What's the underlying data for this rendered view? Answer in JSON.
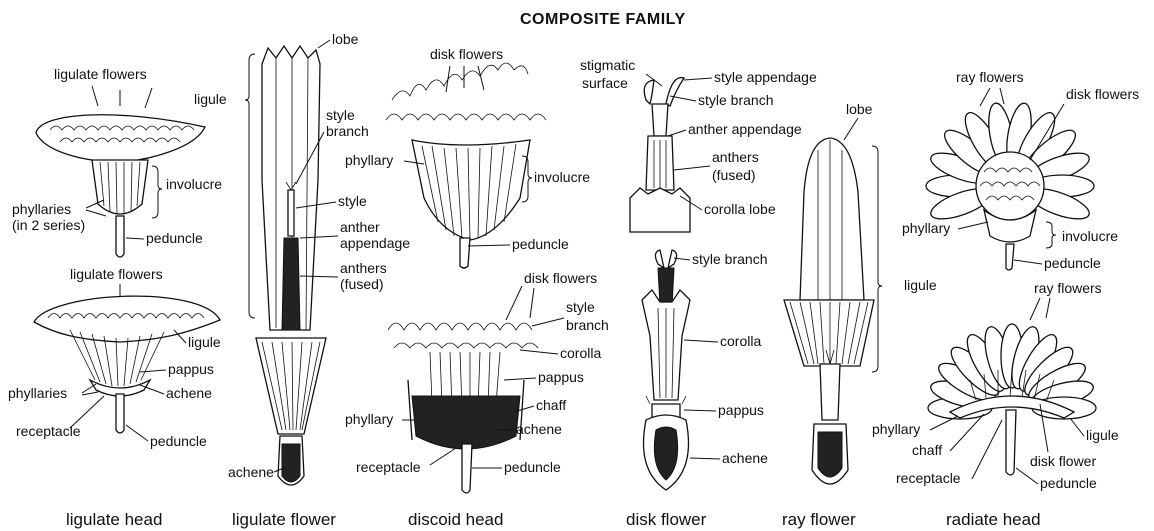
{
  "title": "COMPOSITE FAMILY",
  "captions": {
    "ligulate_head": "ligulate head",
    "ligulate_flower": "ligulate flower",
    "discoid_head": "discoid head",
    "disk_flower": "disk flower",
    "ray_flower": "ray flower",
    "radiate_head": "radiate head"
  },
  "labels": {
    "lh_top_ligulate_flowers": "ligulate flowers",
    "lh_top_involucre": "involucre",
    "lh_top_phyllaries_1": "phyllaries",
    "lh_top_phyllaries_2": "(in 2 series)",
    "lh_top_peduncle": "peduncle",
    "lh_bot_ligulate_flowers": "ligulate flowers",
    "lh_bot_ligule": "ligule",
    "lh_bot_pappus": "pappus",
    "lh_bot_phyllaries": "phyllaries",
    "lh_bot_achene": "achene",
    "lh_bot_receptacle": "receptacle",
    "lh_bot_peduncle": "peduncle",
    "lf_lobe": "lobe",
    "lf_ligule": "ligule",
    "lf_style_branch_1": "style",
    "lf_style_branch_2": "branch",
    "lf_style": "style",
    "lf_anther_appendage_1": "anther",
    "lf_anther_appendage_2": "appendage",
    "lf_anthers_1": "anthers",
    "lf_anthers_2": "(fused)",
    "lf_achene": "achene",
    "dh_top_disk_flowers": "disk flowers",
    "dh_top_phyllary": "phyllary",
    "dh_top_involucre": "involucre",
    "dh_top_peduncle": "peduncle",
    "dh_bot_disk_flowers": "disk flowers",
    "dh_bot_style_branch_1": "style",
    "dh_bot_style_branch_2": "branch",
    "dh_bot_corolla": "corolla",
    "dh_bot_pappus": "pappus",
    "dh_bot_chaff": "chaff",
    "dh_bot_phyllary": "phyllary",
    "dh_bot_achene": "achene",
    "dh_bot_receptacle": "receptacle",
    "dh_bot_peduncle": "peduncle",
    "df_top_stigmatic_1": "stigmatic",
    "df_top_stigmatic_2": "surface",
    "df_top_style_appendage": "style appendage",
    "df_top_style_branch": "style branch",
    "df_top_anther_appendage": "anther appendage",
    "df_top_anthers_1": "anthers",
    "df_top_anthers_2": "(fused)",
    "df_top_corolla_lobe": "corolla lobe",
    "df_bot_style_branch": "style branch",
    "df_bot_corolla": "corolla",
    "df_bot_pappus": "pappus",
    "df_bot_achene": "achene",
    "rf_lobe": "lobe",
    "rf_ligule": "ligule",
    "rh_top_ray_flowers": "ray flowers",
    "rh_top_disk_flowers": "disk flowers",
    "rh_top_phyllary": "phyllary",
    "rh_top_involucre": "involucre",
    "rh_top_peduncle": "peduncle",
    "rh_bot_ray_flowers": "ray flowers",
    "rh_bot_phyllary": "phyllary",
    "rh_bot_chaff": "chaff",
    "rh_bot_receptacle": "receptacle",
    "rh_bot_ligule": "ligule",
    "rh_bot_disk_flower": "disk flower",
    "rh_bot_peduncle": "peduncle"
  }
}
